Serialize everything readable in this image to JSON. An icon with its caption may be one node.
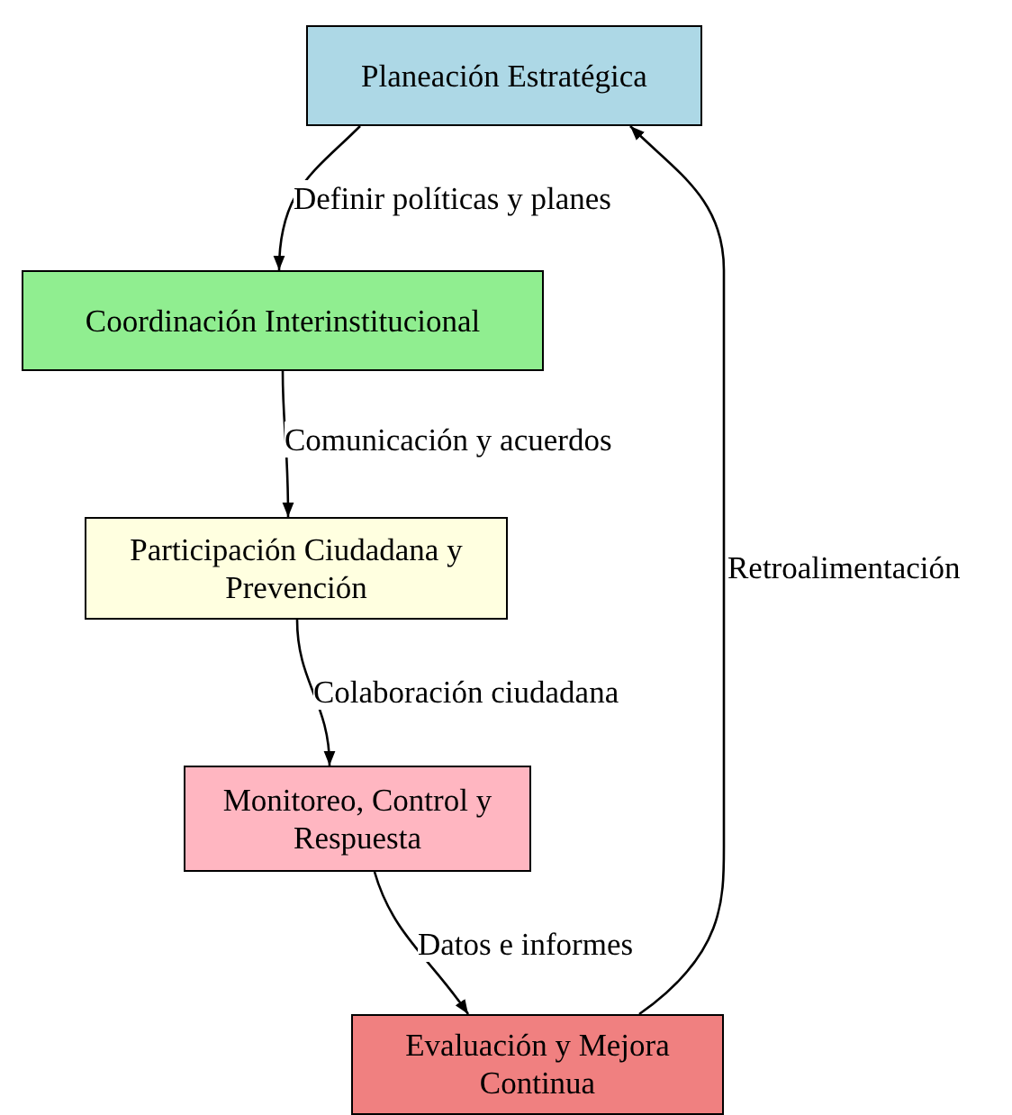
{
  "diagram": {
    "nodes": [
      {
        "text": [
          "Planeación Estratégica"
        ]
      },
      {
        "text": [
          "Coordinación Interinstitucional"
        ]
      },
      {
        "text": [
          "Participación Ciudadana y Prevención"
        ]
      },
      {
        "text": [
          "Monitoreo, Control y Respuesta"
        ]
      },
      {
        "text": [
          "Evaluación y Mejora Continua"
        ]
      }
    ],
    "edges": [
      {
        "from": 0,
        "to": 1,
        "arrow": "to",
        "label": "Definir políticas y planes"
      },
      {
        "from": 1,
        "to": 2,
        "arrow": "to",
        "label": "Comunicación y acuerdos"
      },
      {
        "from": 2,
        "to": 3,
        "arrow": "to",
        "label": "Colaboración ciudadana"
      },
      {
        "from": 3,
        "to": 4,
        "arrow": "to",
        "label": "Datos e informes"
      },
      {
        "from": 4,
        "to": 0,
        "arrow": "to",
        "label": "Retroalimentación"
      }
    ]
  }
}
